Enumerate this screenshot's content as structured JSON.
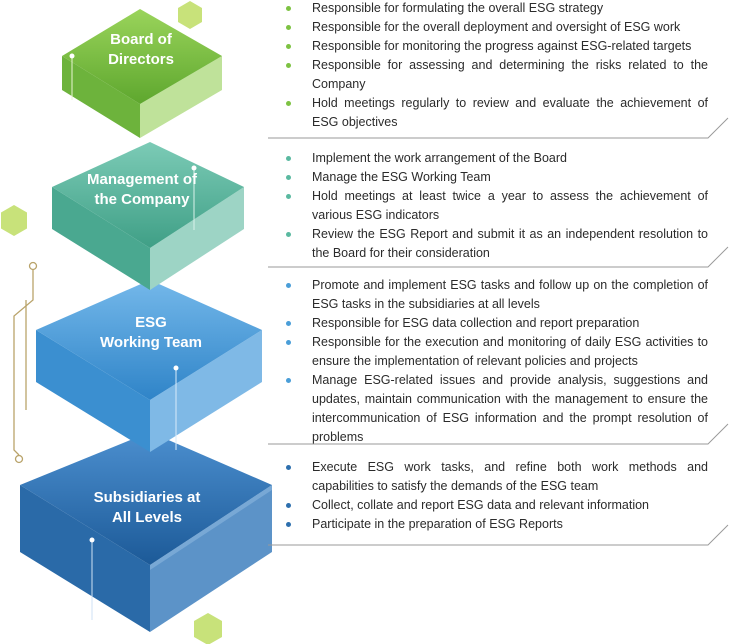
{
  "colors": {
    "board": "#7dc242",
    "management": "#5ab9a0",
    "esg_team": "#4a9ed8",
    "subsidiaries": "#2d6fae",
    "hexagon": "#c8e27a",
    "circuit": "#b9a36a"
  },
  "levels": [
    {
      "title_lines": [
        "Board of",
        "Directors"
      ],
      "items": [
        "Responsible for formulating the overall ESG strategy",
        "Responsible for the overall deployment and oversight of ESG work",
        "Responsible for monitoring the progress against ESG-related targets",
        "Responsible for assessing and determining the risks related to the Company",
        "Hold meetings regularly to review and evaluate the achievement of ESG objectives"
      ]
    },
    {
      "title_lines": [
        "Management of",
        "the Company"
      ],
      "items": [
        "Implement the work arrangement of the Board",
        "Manage the ESG Working Team",
        "Hold meetings at least twice a year to assess the achievement of various ESG indicators",
        "Review the ESG Report and submit it as an independent resolution to the Board for their consideration"
      ]
    },
    {
      "title_lines": [
        "ESG",
        "Working Team"
      ],
      "items": [
        "Promote and implement ESG tasks and follow up on the completion of ESG tasks in the subsidiaries at all levels",
        "Responsible for ESG data collection and report preparation",
        "Responsible for the execution and monitoring of daily ESG activities to ensure the implementation of relevant policies and projects",
        "Manage ESG-related issues and provide analysis, suggestions and updates, maintain communication with the management to ensure the intercommunication of ESG information and the prompt resolution of problems"
      ]
    },
    {
      "title_lines": [
        "Subsidiaries at",
        "All Levels"
      ],
      "items": [
        "Execute ESG work tasks, and refine both work methods and capabilities to satisfy the demands of the ESG team",
        "Collect, collate and report ESG data and relevant information",
        "Participate in the preparation of ESG Reports"
      ]
    }
  ]
}
